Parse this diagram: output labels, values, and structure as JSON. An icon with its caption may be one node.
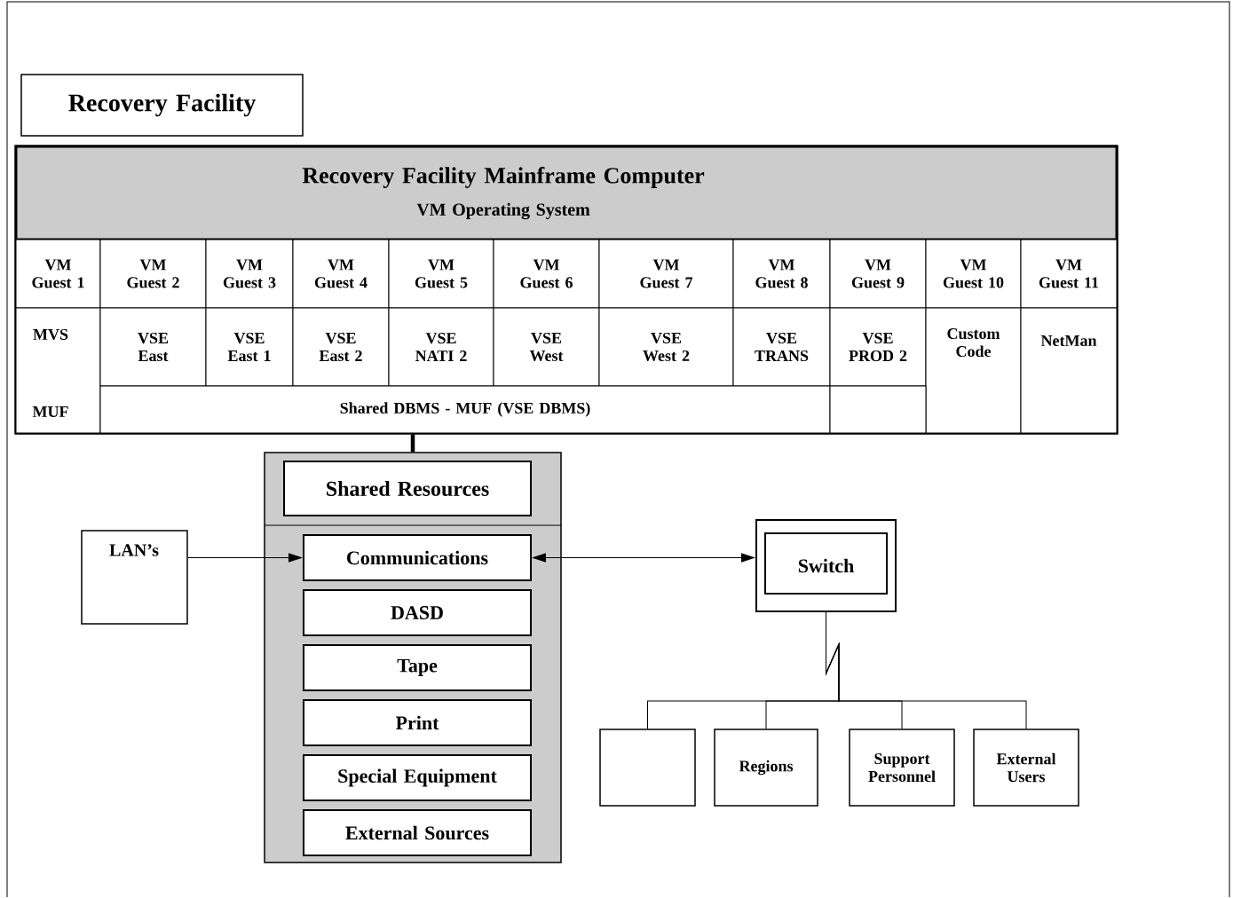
{
  "diagram": {
    "nodes": [
      {
        "text": [
          "Recovery Facility"
        ]
      },
      {
        "text": [
          "Recovery Facility Mainframe Computer",
          "VM Operating System"
        ]
      },
      {
        "text": [
          "VM Guest 1"
        ],
        "in": 1
      },
      {
        "text": [
          "VM Guest 2"
        ],
        "in": 1
      },
      {
        "text": [
          "VM Guest 3"
        ],
        "in": 1
      },
      {
        "text": [
          "VM Guest 4"
        ],
        "in": 1
      },
      {
        "text": [
          "VM Guest 5"
        ],
        "in": 1
      },
      {
        "text": [
          "VM Guest 6"
        ],
        "in": 1
      },
      {
        "text": [
          "VM Guest 7"
        ],
        "in": 1
      },
      {
        "text": [
          "VM Guest 8"
        ],
        "in": 1
      },
      {
        "text": [
          "VM Guest 9"
        ],
        "in": 1
      },
      {
        "text": [
          "VM Guest 10"
        ],
        "in": 1
      },
      {
        "text": [
          "VM Guest 11"
        ],
        "in": 1
      },
      {
        "text": [
          "MVS",
          "MUF"
        ],
        "in": 1
      },
      {
        "text": [
          "VSE East"
        ],
        "in": 1
      },
      {
        "text": [
          "VSE East 1"
        ],
        "in": 1
      },
      {
        "text": [
          "VSE East 2"
        ],
        "in": 1
      },
      {
        "text": [
          "VSE NATI 2"
        ],
        "in": 1
      },
      {
        "text": [
          "VSE West"
        ],
        "in": 1
      },
      {
        "text": [
          "VSE West 2"
        ],
        "in": 1
      },
      {
        "text": [
          "VSE TRANS"
        ],
        "in": 1
      },
      {
        "text": [
          "VSE PROD 2"
        ],
        "in": 1
      },
      {
        "text": [
          "Custom Code"
        ],
        "in": 1
      },
      {
        "text": [
          "NetMan"
        ],
        "in": 1
      },
      {
        "text": [
          "Shared DBMS - MUF (VSE DBMS)"
        ],
        "in": 1
      },
      {
        "text": [],
        "shape": "box",
        "in": 1
      },
      {
        "text": [],
        "shape": "box"
      },
      {
        "text": [
          "Shared Resources"
        ],
        "in": 26
      },
      {
        "text": [
          "Communications"
        ],
        "in": 26
      },
      {
        "text": [
          "DASD"
        ],
        "in": 26
      },
      {
        "text": [
          "Tape"
        ],
        "in": 26
      },
      {
        "text": [
          "Print"
        ],
        "in": 26
      },
      {
        "text": [
          "Special Equipment"
        ],
        "in": 26
      },
      {
        "text": [
          "External Sources"
        ],
        "in": 26
      },
      {
        "text": [
          "LAN’s"
        ]
      },
      {
        "text": [
          "Switch"
        ]
      },
      {
        "text": [],
        "shape": "box"
      },
      {
        "text": [
          "Regions"
        ]
      },
      {
        "text": [
          "Support Personnel"
        ]
      },
      {
        "text": [
          "External Users"
        ]
      }
    ],
    "edges": [
      {
        "from": 1,
        "to": 26,
        "arrow": "none",
        "style": "thick"
      },
      {
        "from": 34,
        "to": 28,
        "arrow": "to"
      },
      {
        "from": 28,
        "to": 35,
        "arrow": "both"
      },
      {
        "from": 35,
        "to": 36,
        "arrow": "none"
      },
      {
        "from": 35,
        "to": 37,
        "arrow": "none"
      },
      {
        "from": 35,
        "to": 38,
        "arrow": "none"
      },
      {
        "from": 35,
        "to": 39,
        "arrow": "none"
      }
    ]
  }
}
